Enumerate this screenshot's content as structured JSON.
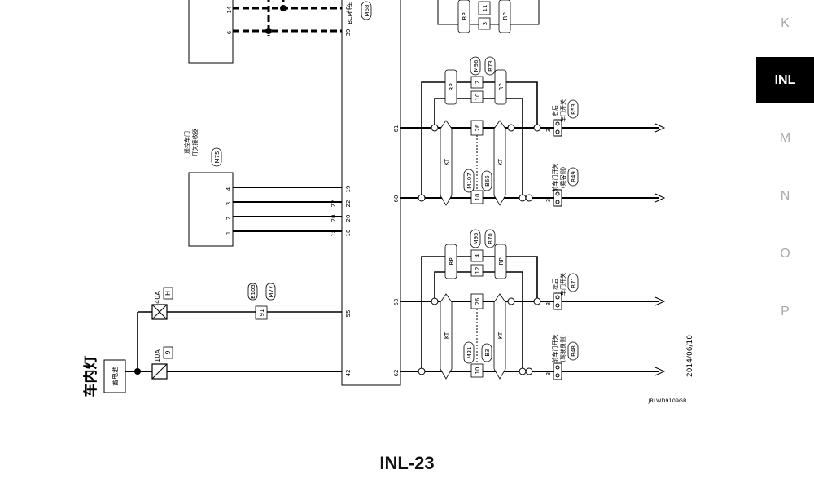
{
  "diagram": {
    "title": "车内灯",
    "battery_label": "蓄电池",
    "fuse_40a": {
      "rating": "40A",
      "id": "H"
    },
    "fuse_10a": {
      "rating": "10A",
      "id": "9"
    },
    "connector_e105": "E105",
    "connector_m77": "M77",
    "terminal_91": "91",
    "remote_unit": {
      "line1": "遥控车门",
      "line2": "开关接收器",
      "connector": "M75",
      "pins": [
        "4",
        "3",
        "2",
        "1"
      ]
    },
    "bcm": {
      "label": "BCM (车",
      "connector": "M68"
    },
    "upper_box_pins": [
      "14",
      "6"
    ],
    "bcm_top_pins": [
      "40",
      "39"
    ],
    "bcm_remote_pins": [
      "19",
      "22",
      "20",
      "18"
    ],
    "bcm_remote_pins_right": [
      "22",
      "21",
      "20",
      "18"
    ],
    "bcm_left_pins": [
      "55",
      "42"
    ],
    "bcm_right_pins": [
      "61",
      "60",
      "63",
      "62"
    ],
    "upper_right": {
      "codes": [
        "M96",
        "B73"
      ],
      "rp": "RP",
      "kt": "KT",
      "pins_top": [
        "10",
        "2"
      ],
      "pin_26": "26",
      "pin_10": "10",
      "lower_codes": [
        "M107",
        "B66"
      ]
    },
    "lower_right": {
      "codes": [
        "M95",
        "B70"
      ],
      "rp": "RP",
      "kt": "KT",
      "pins_top": [
        "12",
        "4"
      ],
      "pin_26": "26",
      "pin_10": "10",
      "lower_codes": [
        "M21",
        "B3"
      ]
    },
    "top_strip": {
      "rp": "RP",
      "pins": [
        "3",
        "11"
      ]
    },
    "switches": [
      {
        "line1": "右后",
        "line2": "车门开关",
        "code": "B53",
        "pin": "3"
      },
      {
        "line1": "前车门开关",
        "line2": "(乘客侧)",
        "code": "B49",
        "pin": "3"
      },
      {
        "line1": "左后",
        "line2": "车门开关",
        "code": "B71",
        "pin": "3"
      },
      {
        "line1": "前车门开关",
        "line2": "(驾驶员侧)",
        "code": "B48",
        "pin": "3"
      }
    ],
    "date": "2014/06/10",
    "ref_code": "JRLWD9109GB"
  },
  "side_tabs": [
    "K",
    "INL",
    "M",
    "N",
    "O",
    "P"
  ],
  "page_number": "INL-23"
}
